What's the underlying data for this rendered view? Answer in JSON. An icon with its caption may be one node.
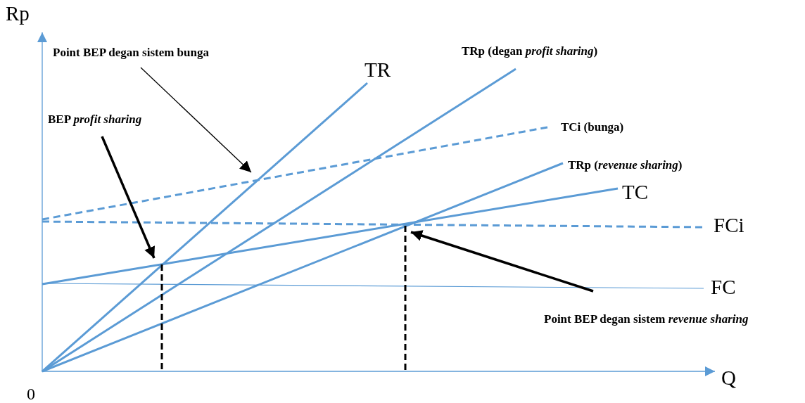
{
  "diagram": {
    "nodes": [
      {
        "text": [
          "Point BEP degan sistem bunga"
        ]
      },
      {
        "text": [
          "BEP *profit sharing*"
        ]
      },
      {
        "text": [
          "Point BEP degan sistem *revenue sharing*"
        ]
      }
    ],
    "edges": [
      {
        "from": 0,
        "to": null,
        "arrow": "to"
      },
      {
        "from": 1,
        "to": null,
        "arrow": "to"
      },
      {
        "from": 2,
        "to": null,
        "arrow": "to"
      }
    ],
    "labels": [
      "Rp",
      "TR",
      "TRp (degan *profit sharing*)",
      "TCi (bunga)",
      "TRp (*revenue sharing*)",
      "TC",
      "FCi",
      "FC",
      "Q",
      "0"
    ]
  }
}
